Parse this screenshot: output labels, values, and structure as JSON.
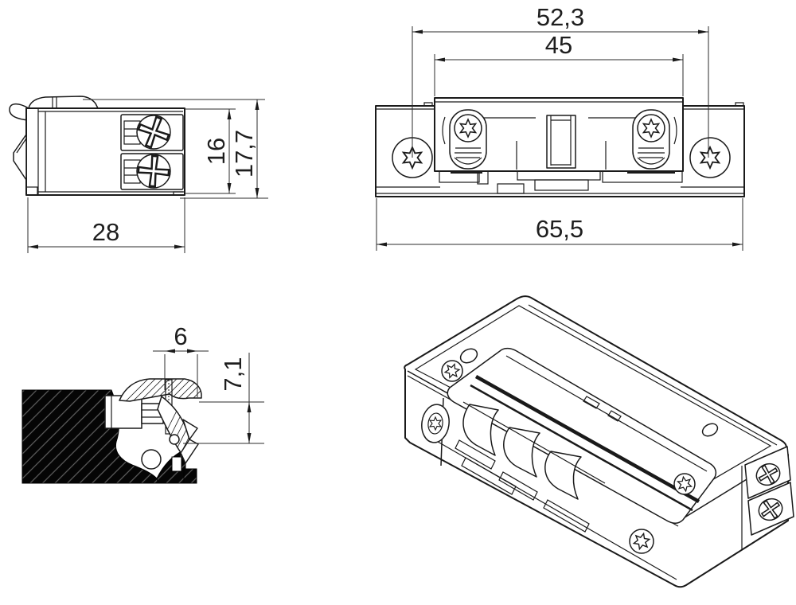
{
  "colors": {
    "background": "#ffffff",
    "line": "#1a1a1a",
    "dimension_text": "#1e1e1e",
    "section_fill": "#000000",
    "section_hatch": "#606060"
  },
  "views": {
    "side": {
      "dims": {
        "width": "28",
        "inner_height": "16",
        "overall_height": "17,7"
      }
    },
    "front": {
      "dims": {
        "screw_spacing": "52,3",
        "body_width": "45",
        "overall_width": "65,5"
      }
    },
    "section": {
      "dims": {
        "lip_depth": "6",
        "lip_height": "7,1"
      }
    }
  }
}
